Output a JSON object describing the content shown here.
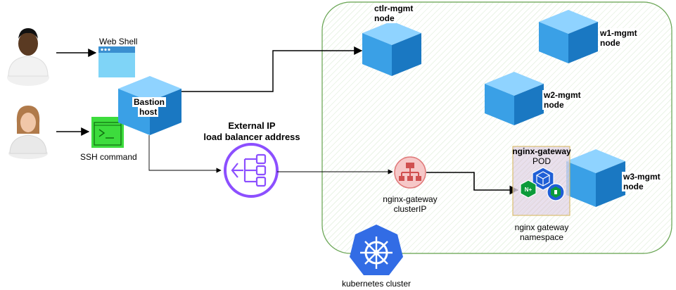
{
  "diagram": {
    "web_shell": "Web Shell",
    "ssh_command": "SSH command",
    "bastion": {
      "line1": "Bastion",
      "line2": "host"
    },
    "external_ip": {
      "line1": "External IP",
      "line2": "load balancer address"
    },
    "ctlr": {
      "line1": "ctlr-mgmt",
      "line2": "node"
    },
    "w1": {
      "line1": "w1-mgmt",
      "line2": "node"
    },
    "w2": {
      "line1": "w2-mgmt",
      "line2": "node"
    },
    "w3": {
      "line1": "w3-mgmt",
      "line2": "node"
    },
    "nginx_pod": {
      "line1": "nginx-gateway",
      "line2": "POD"
    },
    "cluster_ip": {
      "line1": "nginx-gateway",
      "line2": "clusterIP"
    },
    "namespace": {
      "line1": "nginx gateway",
      "line2": "namespace"
    },
    "k8s": "kubernetes cluster",
    "nginx_badge": "N+"
  },
  "colors": {
    "cluster_border": "#82b366",
    "cube_top": "#8fd3ff",
    "cube_left": "#3aa0e6",
    "cube_right": "#1a78c2",
    "lb_purple": "#8c4fff",
    "cluster_ip_red": "#e07a7a",
    "ssh_green": "#3ddc3d",
    "k8s_blue": "#326ce5",
    "pod_fill": "#e1d5e7",
    "pod_border": "#d6b656"
  }
}
